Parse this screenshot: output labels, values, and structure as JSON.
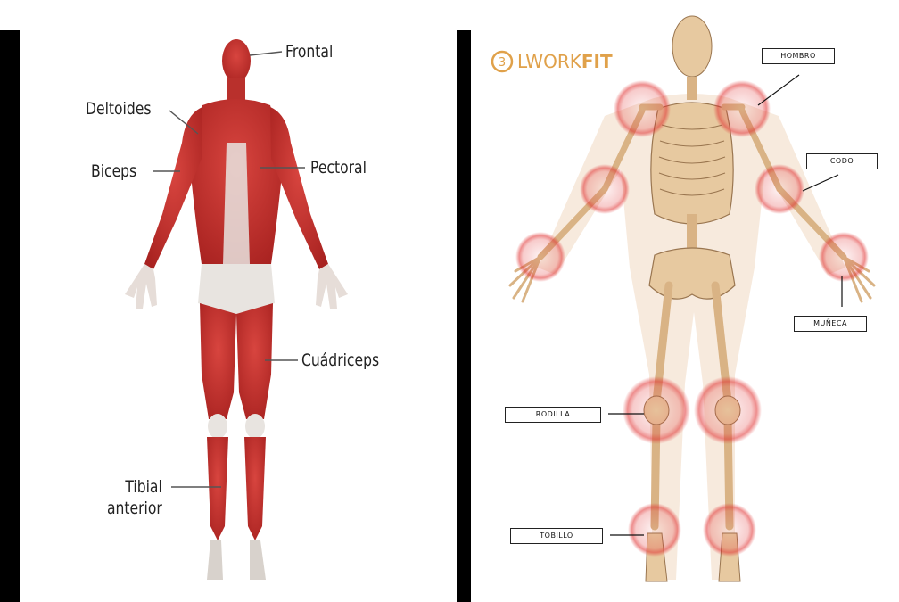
{
  "muscle_labels": {
    "frontal": "Frontal",
    "deltoides": "Deltoides",
    "biceps": "Biceps",
    "pectoral": "Pectoral",
    "cuadriceps": "Cuádriceps",
    "tibial": "Tibial\nanterior"
  },
  "logo": {
    "symbol": "3",
    "prefix": "LWORK",
    "suffix": "FIT"
  },
  "joint_labels": {
    "hombro": "HOMBRO",
    "codo": "CODO",
    "muneca": "MUÑECA",
    "rodilla": "RODILLA",
    "tobillo": "TOBILLO"
  },
  "colors": {
    "muscle": "#c8322f",
    "tendon": "#e8e4e0",
    "bone": "#e7c9a0",
    "joint_glow": "#e03030",
    "logo": "#e0a14a"
  }
}
